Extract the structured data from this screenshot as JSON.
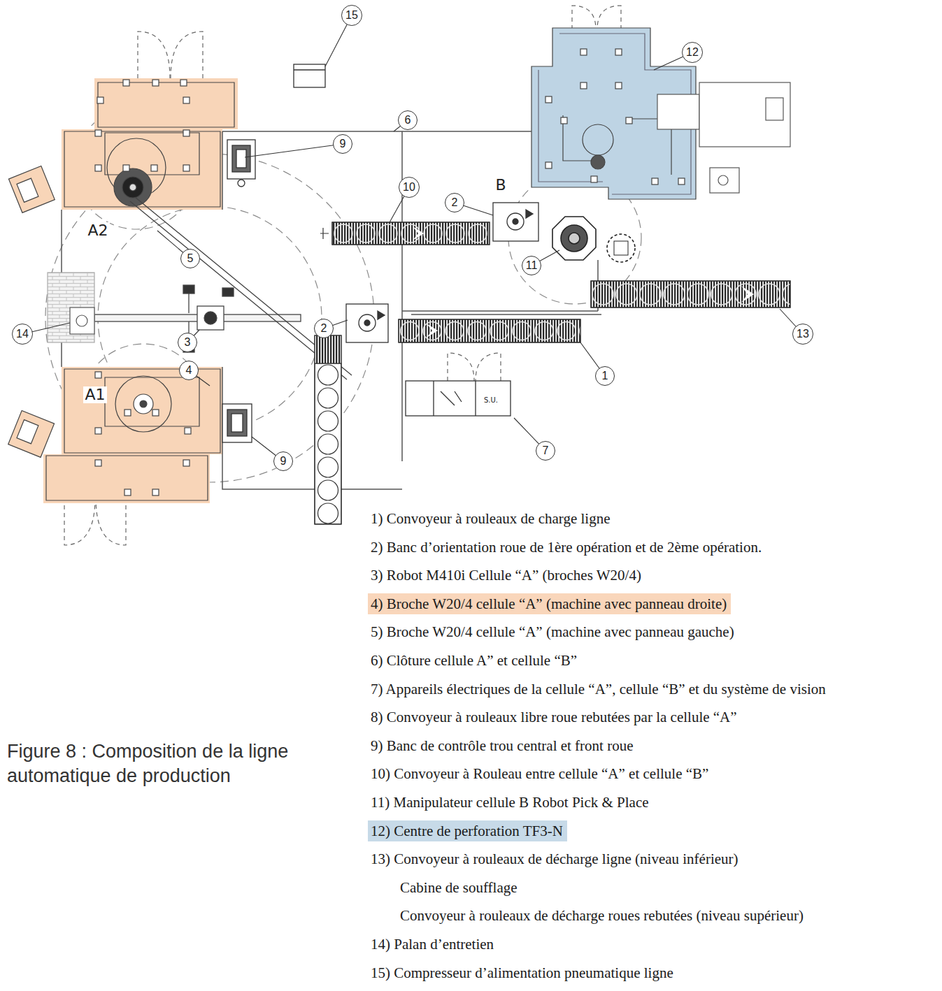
{
  "diagram": {
    "caption": "Figure 8 : Composition de la ligne automatique de production",
    "nodes": [
      {
        "text": [
          "15"
        ]
      },
      {
        "text": [
          "12"
        ]
      },
      {
        "text": [
          "6"
        ]
      },
      {
        "text": [
          "9"
        ]
      },
      {
        "text": [
          "10"
        ]
      },
      {
        "text": [
          "2"
        ]
      },
      {
        "text": [
          "5"
        ]
      },
      {
        "text": [
          "11"
        ]
      },
      {
        "text": [
          "2"
        ]
      },
      {
        "text": [
          "13"
        ]
      },
      {
        "text": [
          "14"
        ]
      },
      {
        "text": [
          "3"
        ]
      },
      {
        "text": [
          "4"
        ]
      },
      {
        "text": [
          "1"
        ]
      },
      {
        "text": [
          "7"
        ]
      },
      {
        "text": [
          "9"
        ]
      }
    ],
    "labels": [
      "A2",
      "B",
      "A1",
      "S.U.",
      "1) Convoyeur à rouleaux de charge ligne",
      "2) Banc d’orientation roue de 1ère opération et de 2ème opération.",
      "3) Robot M410i Cellule “A” (broches W20/4)",
      "5) Broche W20/4 cellule “A” (machine avec panneau gauche)",
      "6) Clôture cellule A” et cellule “B”",
      "7) Appareils électriques de la cellule “A”, cellule “B” et du système de vision",
      "8) Convoyeur à rouleaux libre roue rebutées par la cellule “A”",
      "9) Banc de contrôle trou central et front roue",
      "10) Convoyeur à Rouleau entre cellule “A” et cellule “B”",
      "11) Manipulateur cellule B Robot Pick & Place",
      "13) Convoyeur à rouleaux de décharge ligne (niveau inférieur)",
      "Cabine de soufflage",
      "Convoyeur à rouleaux de décharge roues rebutées (niveau supérieur)",
      "14) Palan d’entretien",
      "15) Compresseur d’alimentation pneumatique ligne"
    ],
    "legend": [
      {
        "text": "4) Broche W20/4 cellule “A” (machine avec panneau droite)",
        "color": "#f9d6bb"
      },
      {
        "text": "12) Centre de perforation TF3-N",
        "color": "#c7dae8"
      }
    ]
  }
}
